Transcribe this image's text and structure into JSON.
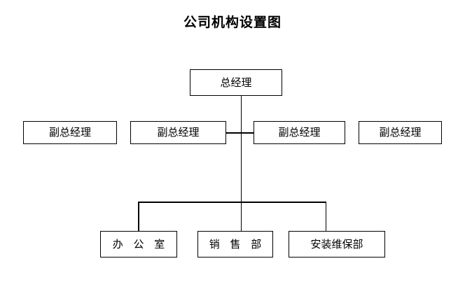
{
  "title": "公司机构设置图",
  "colors": {
    "background": "#ffffff",
    "line": "#000000",
    "text": "#000000"
  },
  "chart_data": {
    "type": "diagram",
    "diagram_kind": "organization-chart",
    "title": "公司机构设置图",
    "orientation": "top-down",
    "levels": [
      {
        "level": 1,
        "nodes": [
          {
            "id": "gm",
            "label": "总经理"
          }
        ]
      },
      {
        "level": 2,
        "nodes": [
          {
            "id": "dgm1",
            "label": "副总经理"
          },
          {
            "id": "dgm2",
            "label": "副总经理"
          },
          {
            "id": "dgm3",
            "label": "副总经理"
          },
          {
            "id": "dgm4",
            "label": "副总经理"
          }
        ]
      },
      {
        "level": 3,
        "nodes": [
          {
            "id": "office",
            "label": "办 公 室"
          },
          {
            "id": "sales",
            "label": "销 售 部"
          },
          {
            "id": "service",
            "label": "安装维保部"
          }
        ]
      }
    ],
    "edges": [
      {
        "from": "gm",
        "to": "dgm2"
      },
      {
        "from": "gm",
        "to": "dgm3"
      },
      {
        "from": "gm",
        "to": "office"
      },
      {
        "from": "gm",
        "to": "sales"
      },
      {
        "from": "gm",
        "to": "service"
      }
    ]
  },
  "nodes": {
    "gm": {
      "label": "总经理"
    },
    "dgm1": {
      "label": "副总经理"
    },
    "dgm2": {
      "label": "副总经理"
    },
    "dgm3": {
      "label": "副总经理"
    },
    "dgm4": {
      "label": "副总经理"
    },
    "office": {
      "label": "办 公 室"
    },
    "sales": {
      "label": "销 售 部"
    },
    "service": {
      "label": "安装维保部"
    }
  }
}
